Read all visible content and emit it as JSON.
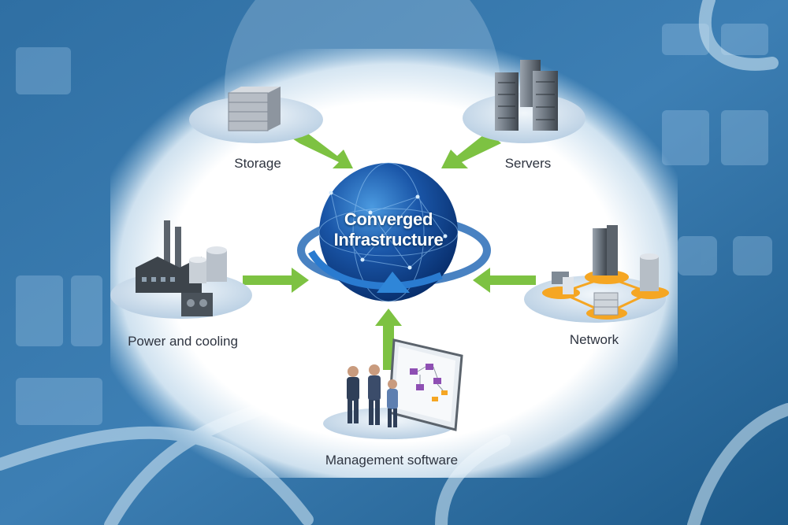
{
  "hub": {
    "line1": "Converged",
    "line2": "Infrastructure"
  },
  "components": {
    "storage": "Storage",
    "servers": "Servers",
    "power": "Power and cooling",
    "network": "Network",
    "management": "Management software"
  },
  "colors": {
    "background": "#1d5a8a",
    "hub_globe": "#1a4f9c",
    "arrow_green": "#7dc242",
    "platform": "#cfe0ef",
    "accent_orange": "#f5a623"
  }
}
